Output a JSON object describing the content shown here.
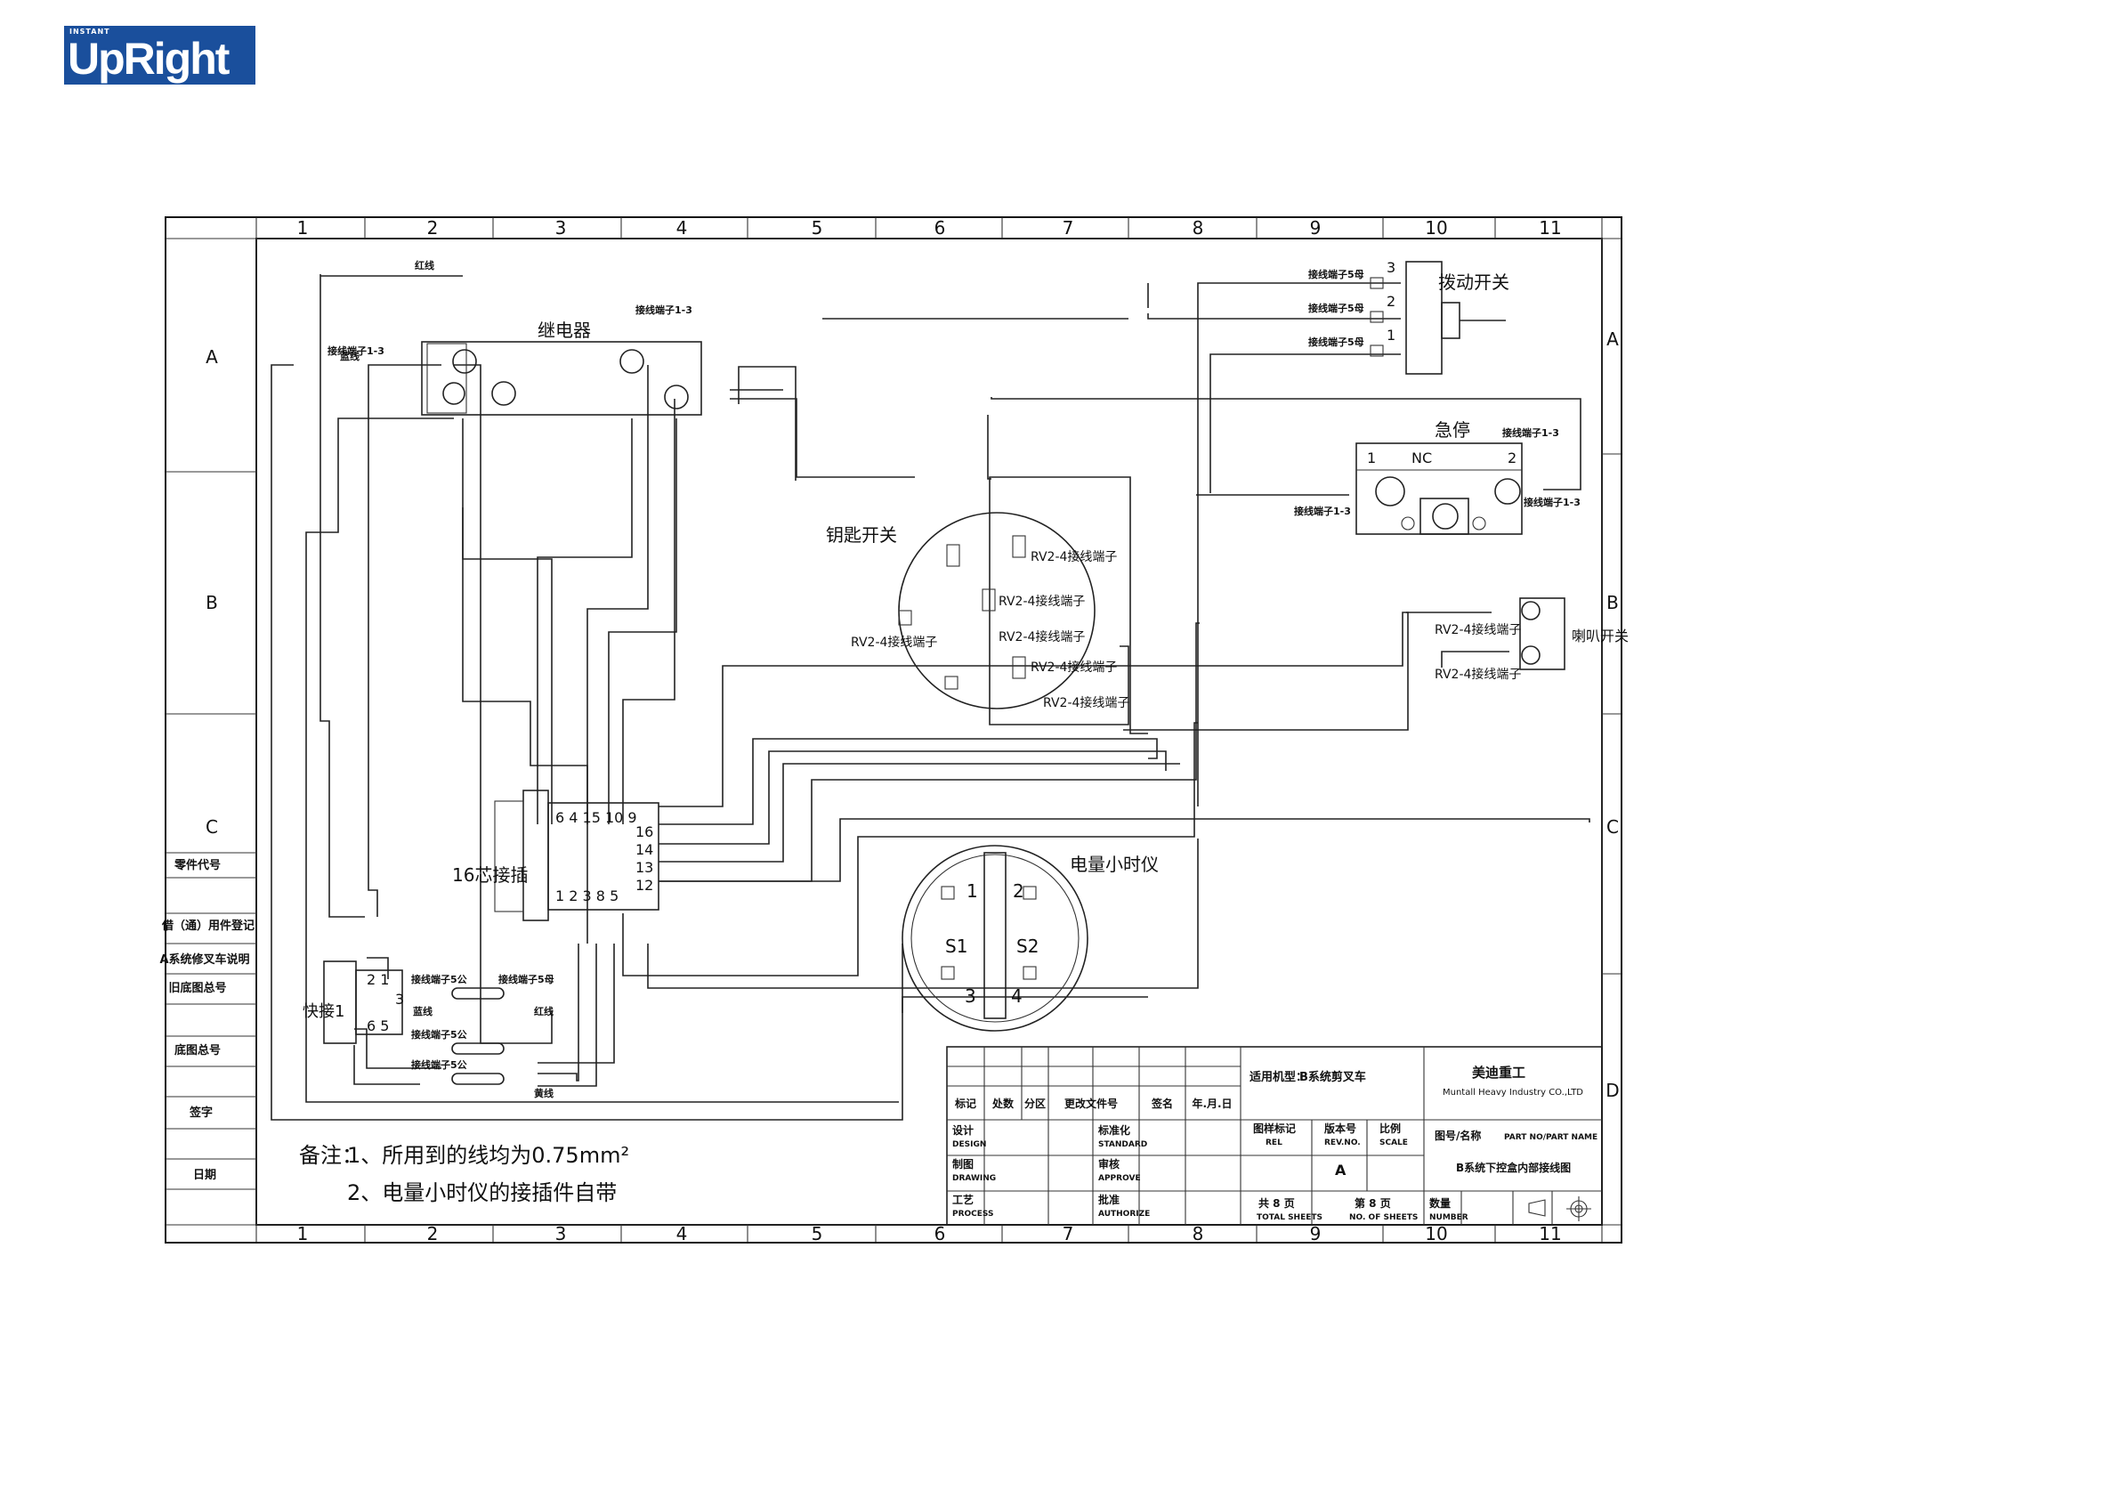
{
  "logo": {
    "top": "INSTANT",
    "main": "UpRight"
  },
  "frame": {
    "columns": [
      "1",
      "2",
      "3",
      "4",
      "5",
      "6",
      "7",
      "8",
      "9",
      "10",
      "11"
    ],
    "rows": [
      "A",
      "B",
      "C",
      "D"
    ],
    "left_strip": [
      "零件代号",
      "借（通）用件登记",
      "A系统修叉车说明",
      "旧底图总号",
      "底图总号",
      "签字",
      "日期"
    ]
  },
  "components": {
    "relay": "继电器",
    "toggle_switch": "拨动开关",
    "estop": "急停",
    "estop_nc": "NC",
    "estop_pin1": "1",
    "estop_pin2": "2",
    "key_switch": "钥匙开关",
    "hour_meter": "电量小时仪",
    "connector16": "16芯接插",
    "quick_plug": "快接1",
    "horn": "喇叭开关"
  },
  "labels": {
    "t13": "接线端子1-3",
    "t5f": "接线端子5公",
    "t5m": "接线端子5母",
    "rv": "RV2-4接线端子",
    "red": "红线",
    "yellow": "黄线",
    "blue": "蓝线"
  },
  "connector16_pins": {
    "top": "6 4 15 10 9",
    "right": [
      "16",
      "14",
      "13",
      "12"
    ],
    "bottom": "1 2 3 8 5"
  },
  "quick_pins": {
    "top": "2 1",
    "mid": "3",
    "bottom": "6 5"
  },
  "meter_pins": [
    "1",
    "2",
    "S1",
    "S2",
    "3",
    "4"
  ],
  "toggle_pins": [
    "3",
    "2",
    "1"
  ],
  "notes": {
    "prefix": "备注：",
    "line1": "1、所用到的线均为0.75mm²",
    "line2": "2、电量小时仪的接插件自带"
  },
  "title_block": {
    "applicable_label": "适用机型：",
    "applicable_value": "B系统剪叉车",
    "company_cn": "美迪重工",
    "company_en": "Muntall Heavy Industry CO.,LTD",
    "row_headers": [
      "标记",
      "处数",
      "分区",
      "更改文件号",
      "签名",
      "年.月.日"
    ],
    "design": "设计",
    "design_en": "DESIGN",
    "drawing": "制图",
    "drawing_en": "DRAWING",
    "process": "工艺",
    "process_en": "PROCESS",
    "standard": "标准化",
    "standard_en": "STANDARD",
    "approve": "审核",
    "approve_en": "APPROVE",
    "authorize": "批准",
    "authorize_en": "AUTHORIZE",
    "figure_mark": "图样标记",
    "figure_mark_en": "REL",
    "revision": "版本号",
    "revision_en": "REV.NO.",
    "scale": "比例",
    "scale_en": "SCALE",
    "revision_value": "A",
    "part_no_label": "图号/名称",
    "part_no_en": "PART NO/PART NAME",
    "part_name": "B系统下控盒内部接线图",
    "total_sheets": "共 8 页",
    "total_sheets_en": "TOTAL SHEETS",
    "sheet_no": "第 8 页",
    "sheet_no_en": "NO. OF SHEETS",
    "quantity": "数量",
    "quantity_en": "NUMBER"
  }
}
